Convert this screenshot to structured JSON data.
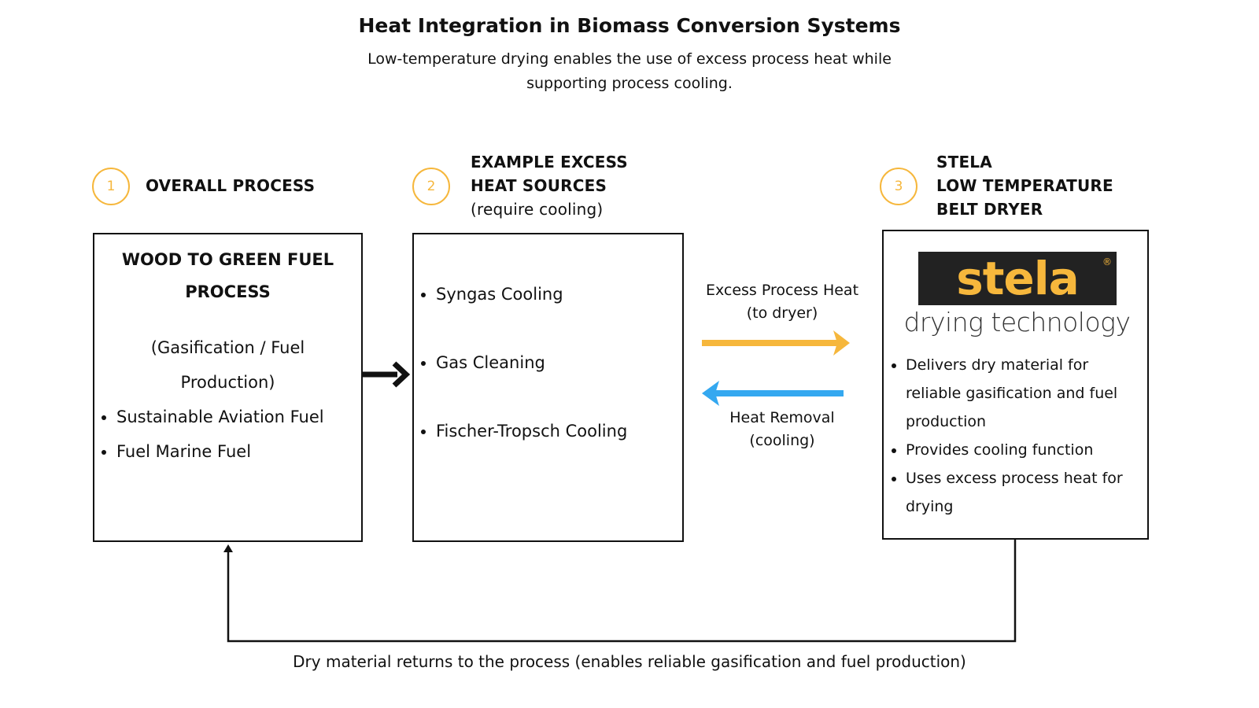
{
  "title": "Heat Integration in Biomass Conversion Systems",
  "subtitle": "Low-temperature drying enables the use of excess process heat while supporting process cooling.",
  "steps": [
    {
      "number": "1",
      "heading": [
        "OVERALL PROCESS"
      ],
      "sub": ""
    },
    {
      "number": "2",
      "heading": [
        "EXAMPLE EXCESS",
        "HEAT SOURCES"
      ],
      "sub": "(require cooling)"
    },
    {
      "number": "3",
      "heading": [
        "STELA",
        "LOW TEMPERATURE",
        "BELT DRYER"
      ],
      "sub": ""
    }
  ],
  "box1": {
    "title": [
      "WOOD TO GREEN FUEL",
      "PROCESS"
    ],
    "paren": [
      "(Gasification / Fuel",
      "Production)"
    ],
    "items": [
      "Sustainable Aviation Fuel",
      "Fuel Marine Fuel"
    ]
  },
  "box2": {
    "items": [
      "Syngas Cooling",
      "Gas Cleaning",
      "Fischer-Tropsch Cooling"
    ]
  },
  "box3": {
    "logo_text": "stela",
    "logo_reg": "®",
    "logo_tagline": "drying technology",
    "items": [
      "Delivers dry material for reliable gasification and fuel production",
      "Provides cooling function",
      "Uses excess process heat for drying"
    ]
  },
  "arrows": {
    "to_dryer": [
      "Excess Process Heat",
      "(to dryer)"
    ],
    "cooling": [
      "Heat Removal",
      "(cooling)"
    ],
    "colors": {
      "heat": "#f6b73c",
      "cooling": "#34a8f0",
      "flow": "#111111"
    }
  },
  "bottom_note": "Dry material returns to the process (enables reliable gasification and fuel production)"
}
